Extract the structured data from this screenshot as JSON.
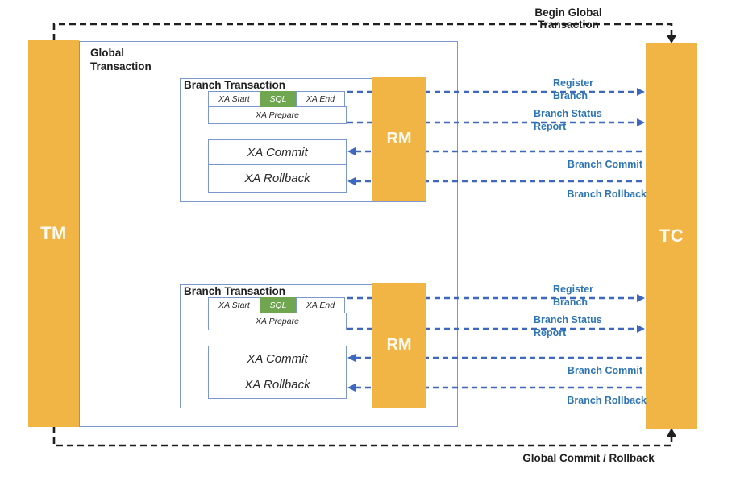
{
  "corridors": {
    "begin_global_transaction": "Begin Global Transaction",
    "global_commit_rollback": "Global Commit / Rollback"
  },
  "actors": {
    "tm": "TM",
    "tc": "TC"
  },
  "global_transaction": {
    "label": "Global Transaction"
  },
  "branches": [
    {
      "title": "Branch Transaction",
      "rm": "RM",
      "steps": {
        "xa_start": "XA Start",
        "sql": "SQL",
        "xa_end": "XA End",
        "xa_prepare": "XA Prepare",
        "xa_commit": "XA Commit",
        "xa_rollback": "XA Rollback"
      },
      "messages": {
        "register_branch": "Register Branch",
        "branch_status_report": "Branch Status Report",
        "branch_commit": "Branch Commit",
        "branch_rollback": "Branch Rollback"
      }
    },
    {
      "title": "Branch Transaction",
      "rm": "RM",
      "steps": {
        "xa_start": "XA Start",
        "sql": "SQL",
        "xa_end": "XA End",
        "xa_prepare": "XA Prepare",
        "xa_commit": "XA Commit",
        "xa_rollback": "XA Rollback"
      },
      "messages": {
        "register_branch": "Register Branch",
        "branch_status_report": "Branch Status Report",
        "branch_commit": "Branch Commit",
        "branch_rollback": "Branch Rollback"
      }
    }
  ],
  "colors": {
    "actor_orange": "#F0B544",
    "sql_green": "#70A64F",
    "box_border_blue": "#7B97CE",
    "arrow_blue": "#3E68BE",
    "message_label_blue": "#2E75B6",
    "corridor_black": "#1F1F1F"
  }
}
